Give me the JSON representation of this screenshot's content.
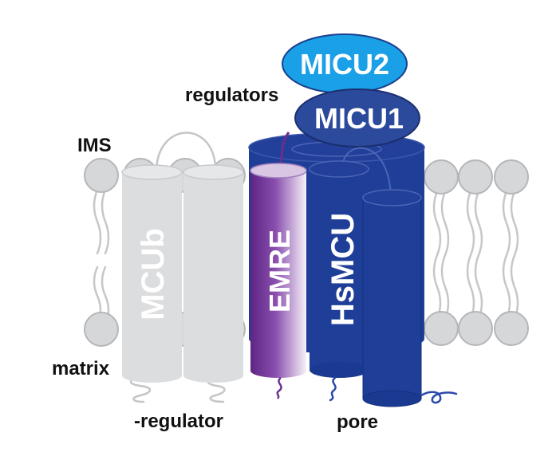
{
  "labels": {
    "ims": "IMS",
    "matrix": "matrix",
    "regulators": "regulators",
    "neg_regulator": "-regulator",
    "pore": "pore"
  },
  "proteins": {
    "micu2": "MICU2",
    "micu1": "MICU1",
    "mcub": "MCUb",
    "emre": "EMRE",
    "hsmcu": "HsMCU"
  },
  "colors": {
    "lipid": "#d6d7d9",
    "lipid_stroke": "#b4b6b9",
    "mcub": "#dcdddf",
    "emre_dark": "#6b2d8e",
    "emre_light": "#f4eef7",
    "hsmcu": "#1e3e98",
    "hsmcu_dark": "#16307c",
    "micu1": "#2c4a9c",
    "micu2": "#1aa0e6"
  }
}
